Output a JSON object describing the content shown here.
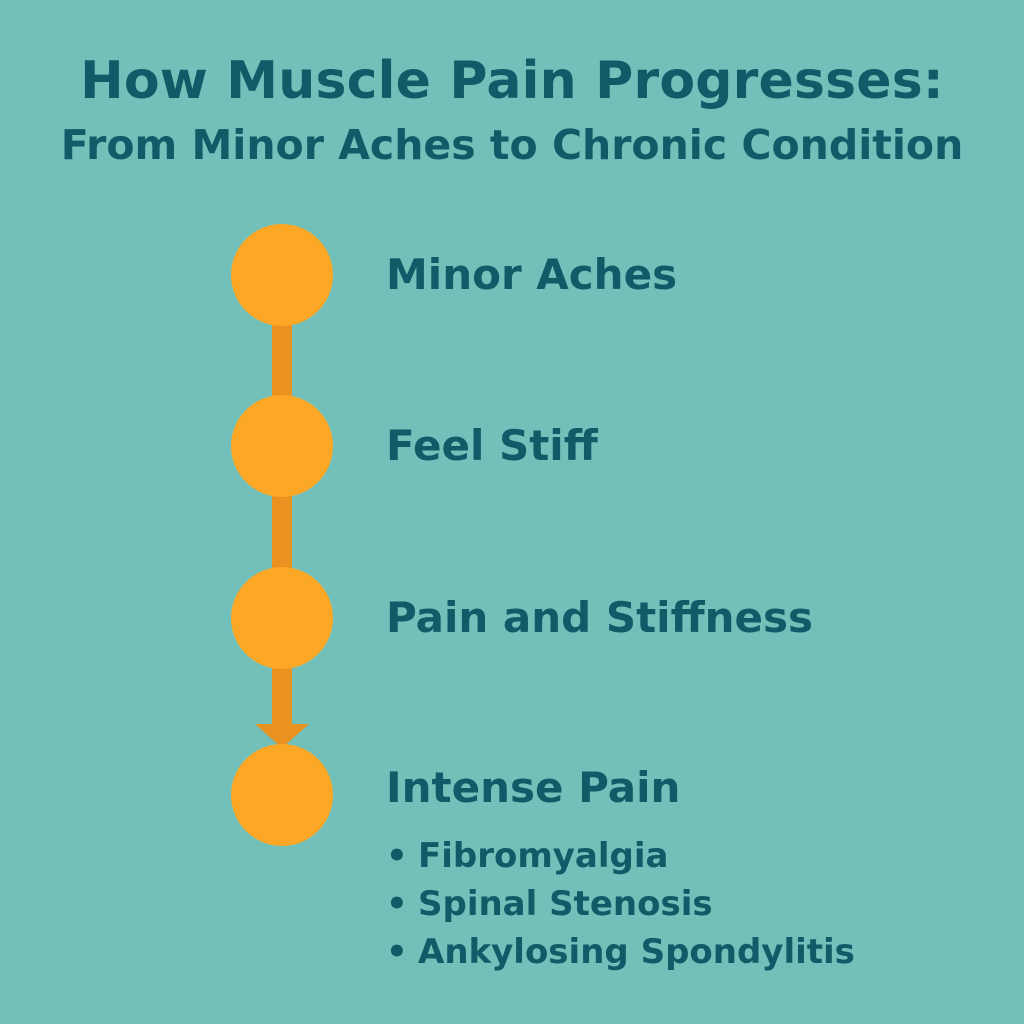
{
  "title": {
    "line1": "How Muscle Pain Progresses:",
    "line2": "From Minor Aches to Chronic Condition"
  },
  "steps": [
    {
      "label": "Minor Aches"
    },
    {
      "label": "Feel Stiff"
    },
    {
      "label": "Pain and Stiffness"
    },
    {
      "label": "Intense Pain"
    }
  ],
  "conditions": {
    "bullet": "•",
    "items": [
      "Fibromyalgia",
      "Spinal Stenosis",
      "Ankylosing Spondylitis"
    ]
  },
  "colors": {
    "background": "#72c0b9",
    "text": "#0f5b68",
    "node": "#fca726",
    "connector": "#ea9221"
  }
}
